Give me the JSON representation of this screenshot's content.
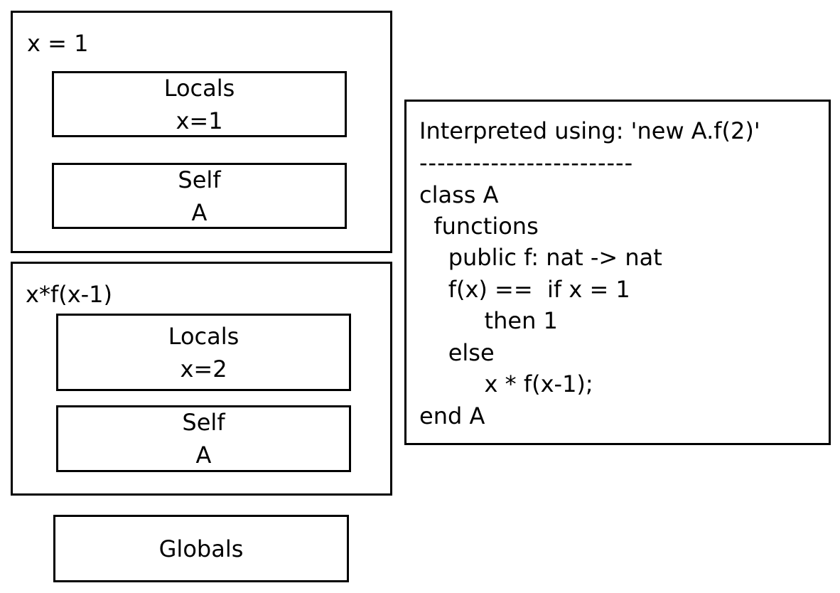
{
  "frames": [
    {
      "expression": "x = 1",
      "locals": {
        "title": "Locals",
        "value": "x=1"
      },
      "self": {
        "title": "Self",
        "value": "A"
      }
    },
    {
      "expression": "x*f(x-1)",
      "locals": {
        "title": "Locals",
        "value": "x=2"
      },
      "self": {
        "title": "Self",
        "value": "A"
      }
    }
  ],
  "globals": {
    "label": "Globals"
  },
  "code_panel": {
    "header": "Interpreted using: 'new A.f(2)'",
    "separator": "------------------------",
    "lines": [
      "class A",
      "  functions",
      "    public f: nat -> nat",
      "    f(x) ==  if x = 1",
      "         then 1",
      "    else",
      "         x * f(x-1);",
      "end A"
    ]
  }
}
